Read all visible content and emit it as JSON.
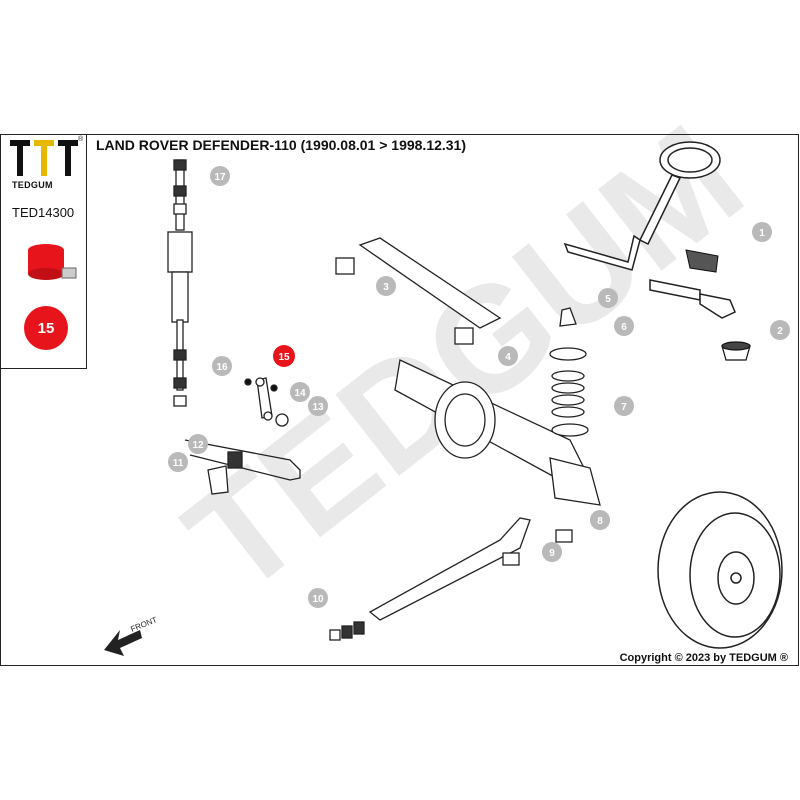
{
  "header": {
    "brand": "TEDGUM",
    "registered_mark": "®",
    "title": "LAND ROVER DEFENDER-110  (1990.08.01 > 1998.12.31)"
  },
  "sidebar": {
    "part_code": "TED14300",
    "highlight_number": "15",
    "product_color": "#e8141c"
  },
  "diagram": {
    "watermark": "TEDGUM",
    "front_label": "FRONT",
    "callouts": [
      "1",
      "2",
      "3",
      "4",
      "5",
      "6",
      "7",
      "8",
      "9",
      "10",
      "11",
      "12",
      "13",
      "14",
      "15",
      "16",
      "17"
    ],
    "highlighted_callout": "15",
    "callout_color": "#b9b9b9",
    "highlight_color": "#e8141c"
  },
  "footer": {
    "copyright": "Copyright © 2023 by TEDGUM ®"
  }
}
